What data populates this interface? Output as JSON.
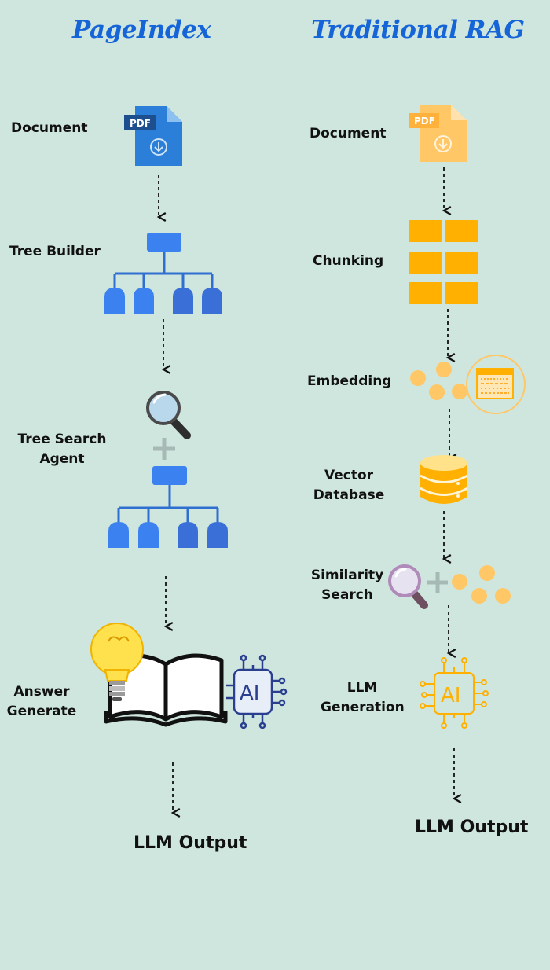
{
  "left": {
    "title": "PageIndex",
    "steps": {
      "document": "Document",
      "tree_builder": "Tree Builder",
      "tree_search_line1": "Tree Search",
      "tree_search_line2": "Agent",
      "answer_line1": "Answer",
      "answer_line2": "Generate"
    },
    "output": "LLM Output",
    "icons": {
      "pdf_badge": "PDF",
      "ai_chip": "AI"
    }
  },
  "right": {
    "title": "Traditional  RAG",
    "steps": {
      "document": "Document",
      "chunking": "Chunking",
      "embedding": "Embedding",
      "vector_line1": "Vector",
      "vector_line2": "Database",
      "similarity_line1": "Similarity",
      "similarity_line2": "Search",
      "llm_line1": "LLM",
      "llm_line2": "Generation"
    },
    "output": "LLM Output",
    "icons": {
      "pdf_badge": "PDF",
      "ai_chip": "AI"
    }
  },
  "colors": {
    "background": "#cfe6df",
    "title_blue": "#1565d8",
    "pageindex_blue": "#2f7be3",
    "tree_node_blue": "#3b82f0",
    "rag_orange": "#ffb000",
    "rag_light_orange": "#ffc766",
    "ai_navy": "#2a3f8f",
    "bulb_yellow": "#ffe14d"
  }
}
